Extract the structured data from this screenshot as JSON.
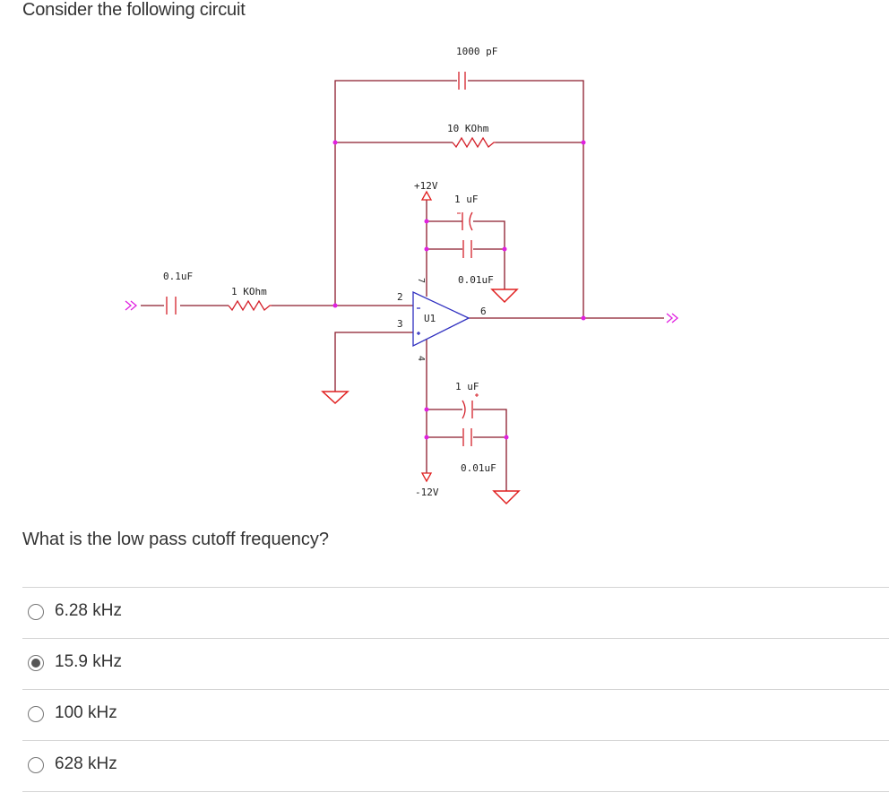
{
  "intro_text": "Consider the following circuit",
  "question": "What is the low pass cutoff frequency?",
  "circuit": {
    "labels": {
      "c_feedback": "1000 pF",
      "r_feedback": "10 KOhm",
      "vpos": "+12V",
      "c_bypass_top_electrolytic": "1 uF",
      "c_bypass_top_ceramic": "0.01uF",
      "c_input": "0.1uF",
      "r_input": "1 KOhm",
      "pin2": "2",
      "pin3": "3",
      "pin6": "6",
      "pin7": "7",
      "pin4": "4",
      "opamp": "U1",
      "minus_sign": "-",
      "plus_sign": "+",
      "c_bypass_bot_electrolytic": "1 uF",
      "c_bypass_bot_ceramic": "0.01uF",
      "vneg": "-12V"
    },
    "colors": {
      "wire": "#8b1a2b",
      "component": "#d4202a",
      "junction": "#e020e0",
      "ground": "#e02020",
      "opamp": "#3030c0"
    }
  },
  "options": [
    {
      "label": "6.28 kHz",
      "selected": false
    },
    {
      "label": "15.9 kHz",
      "selected": true
    },
    {
      "label": "100 kHz",
      "selected": false
    },
    {
      "label": "628 kHz",
      "selected": false
    }
  ]
}
